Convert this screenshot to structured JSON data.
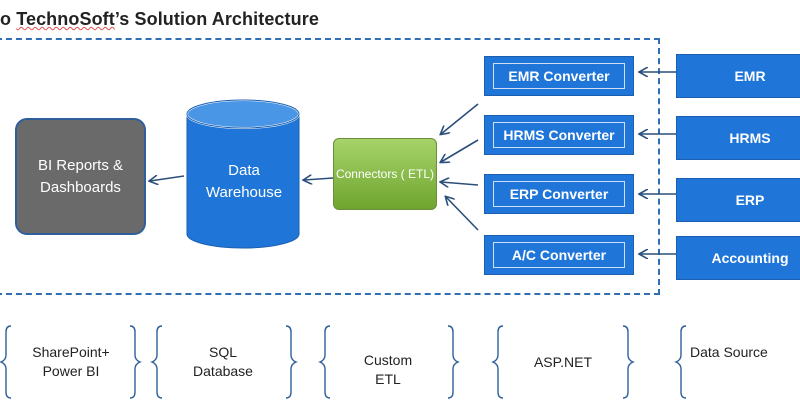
{
  "title": {
    "prefix": "o ",
    "brand": "TechnoSoft",
    "rest": "’s Solution Architecture"
  },
  "nodes": {
    "bi_reports": {
      "line1": "BI Reports &",
      "line2": "Dashboards"
    },
    "warehouse": {
      "line1": "Data",
      "line2": "Warehouse"
    },
    "connectors": "Connectors ( ETL)",
    "converters": [
      "EMR Converter",
      "HRMS Converter",
      "ERP Converter",
      "A/C Converter"
    ],
    "sources": [
      "EMR",
      "HRMS",
      "ERP",
      "Accounting"
    ]
  },
  "legend": [
    {
      "line1": "SharePoint+",
      "line2": "Power BI"
    },
    {
      "line1": "SQL",
      "line2": "Database"
    },
    {
      "line1": "Custom",
      "line2": "ETL"
    },
    {
      "line1": "ASP.NET",
      "line2": ""
    },
    {
      "line1": "Data Source",
      "line2": ""
    }
  ],
  "colors": {
    "frame_border": "#2f6fb5",
    "arrow": "#2a4f7a",
    "box_blue": "#1f76d8",
    "bi_gray": "#6a6a6a",
    "connector_green": "#7fb53f"
  }
}
